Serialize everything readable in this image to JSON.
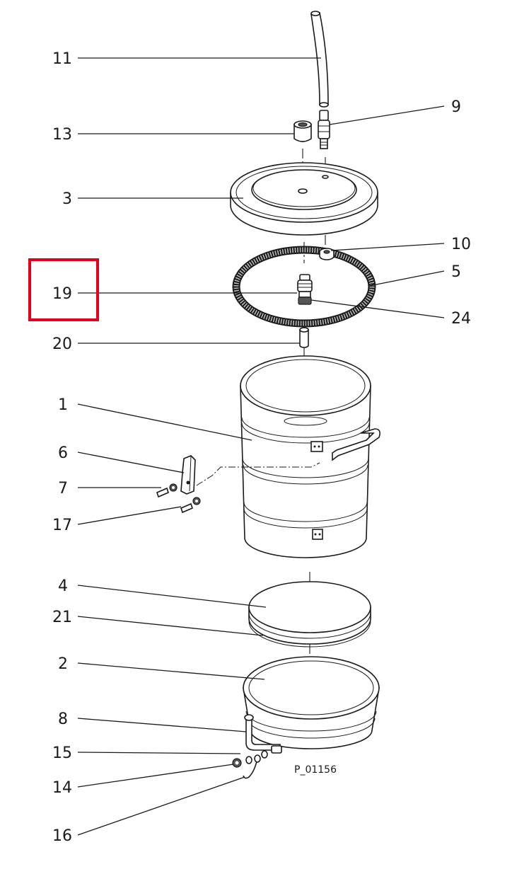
{
  "drawing_code": "P_01156",
  "highlight_color": "#e3001b",
  "callouts": [
    {
      "label": "11"
    },
    {
      "label": "9"
    },
    {
      "label": "13"
    },
    {
      "label": "3"
    },
    {
      "label": "10"
    },
    {
      "label": "5"
    },
    {
      "label": "19"
    },
    {
      "label": "24"
    },
    {
      "label": "20"
    },
    {
      "label": "1"
    },
    {
      "label": "6"
    },
    {
      "label": "7"
    },
    {
      "label": "17"
    },
    {
      "label": "4"
    },
    {
      "label": "21"
    },
    {
      "label": "2"
    },
    {
      "label": "8"
    },
    {
      "label": "15"
    },
    {
      "label": "14"
    },
    {
      "label": "16"
    }
  ]
}
